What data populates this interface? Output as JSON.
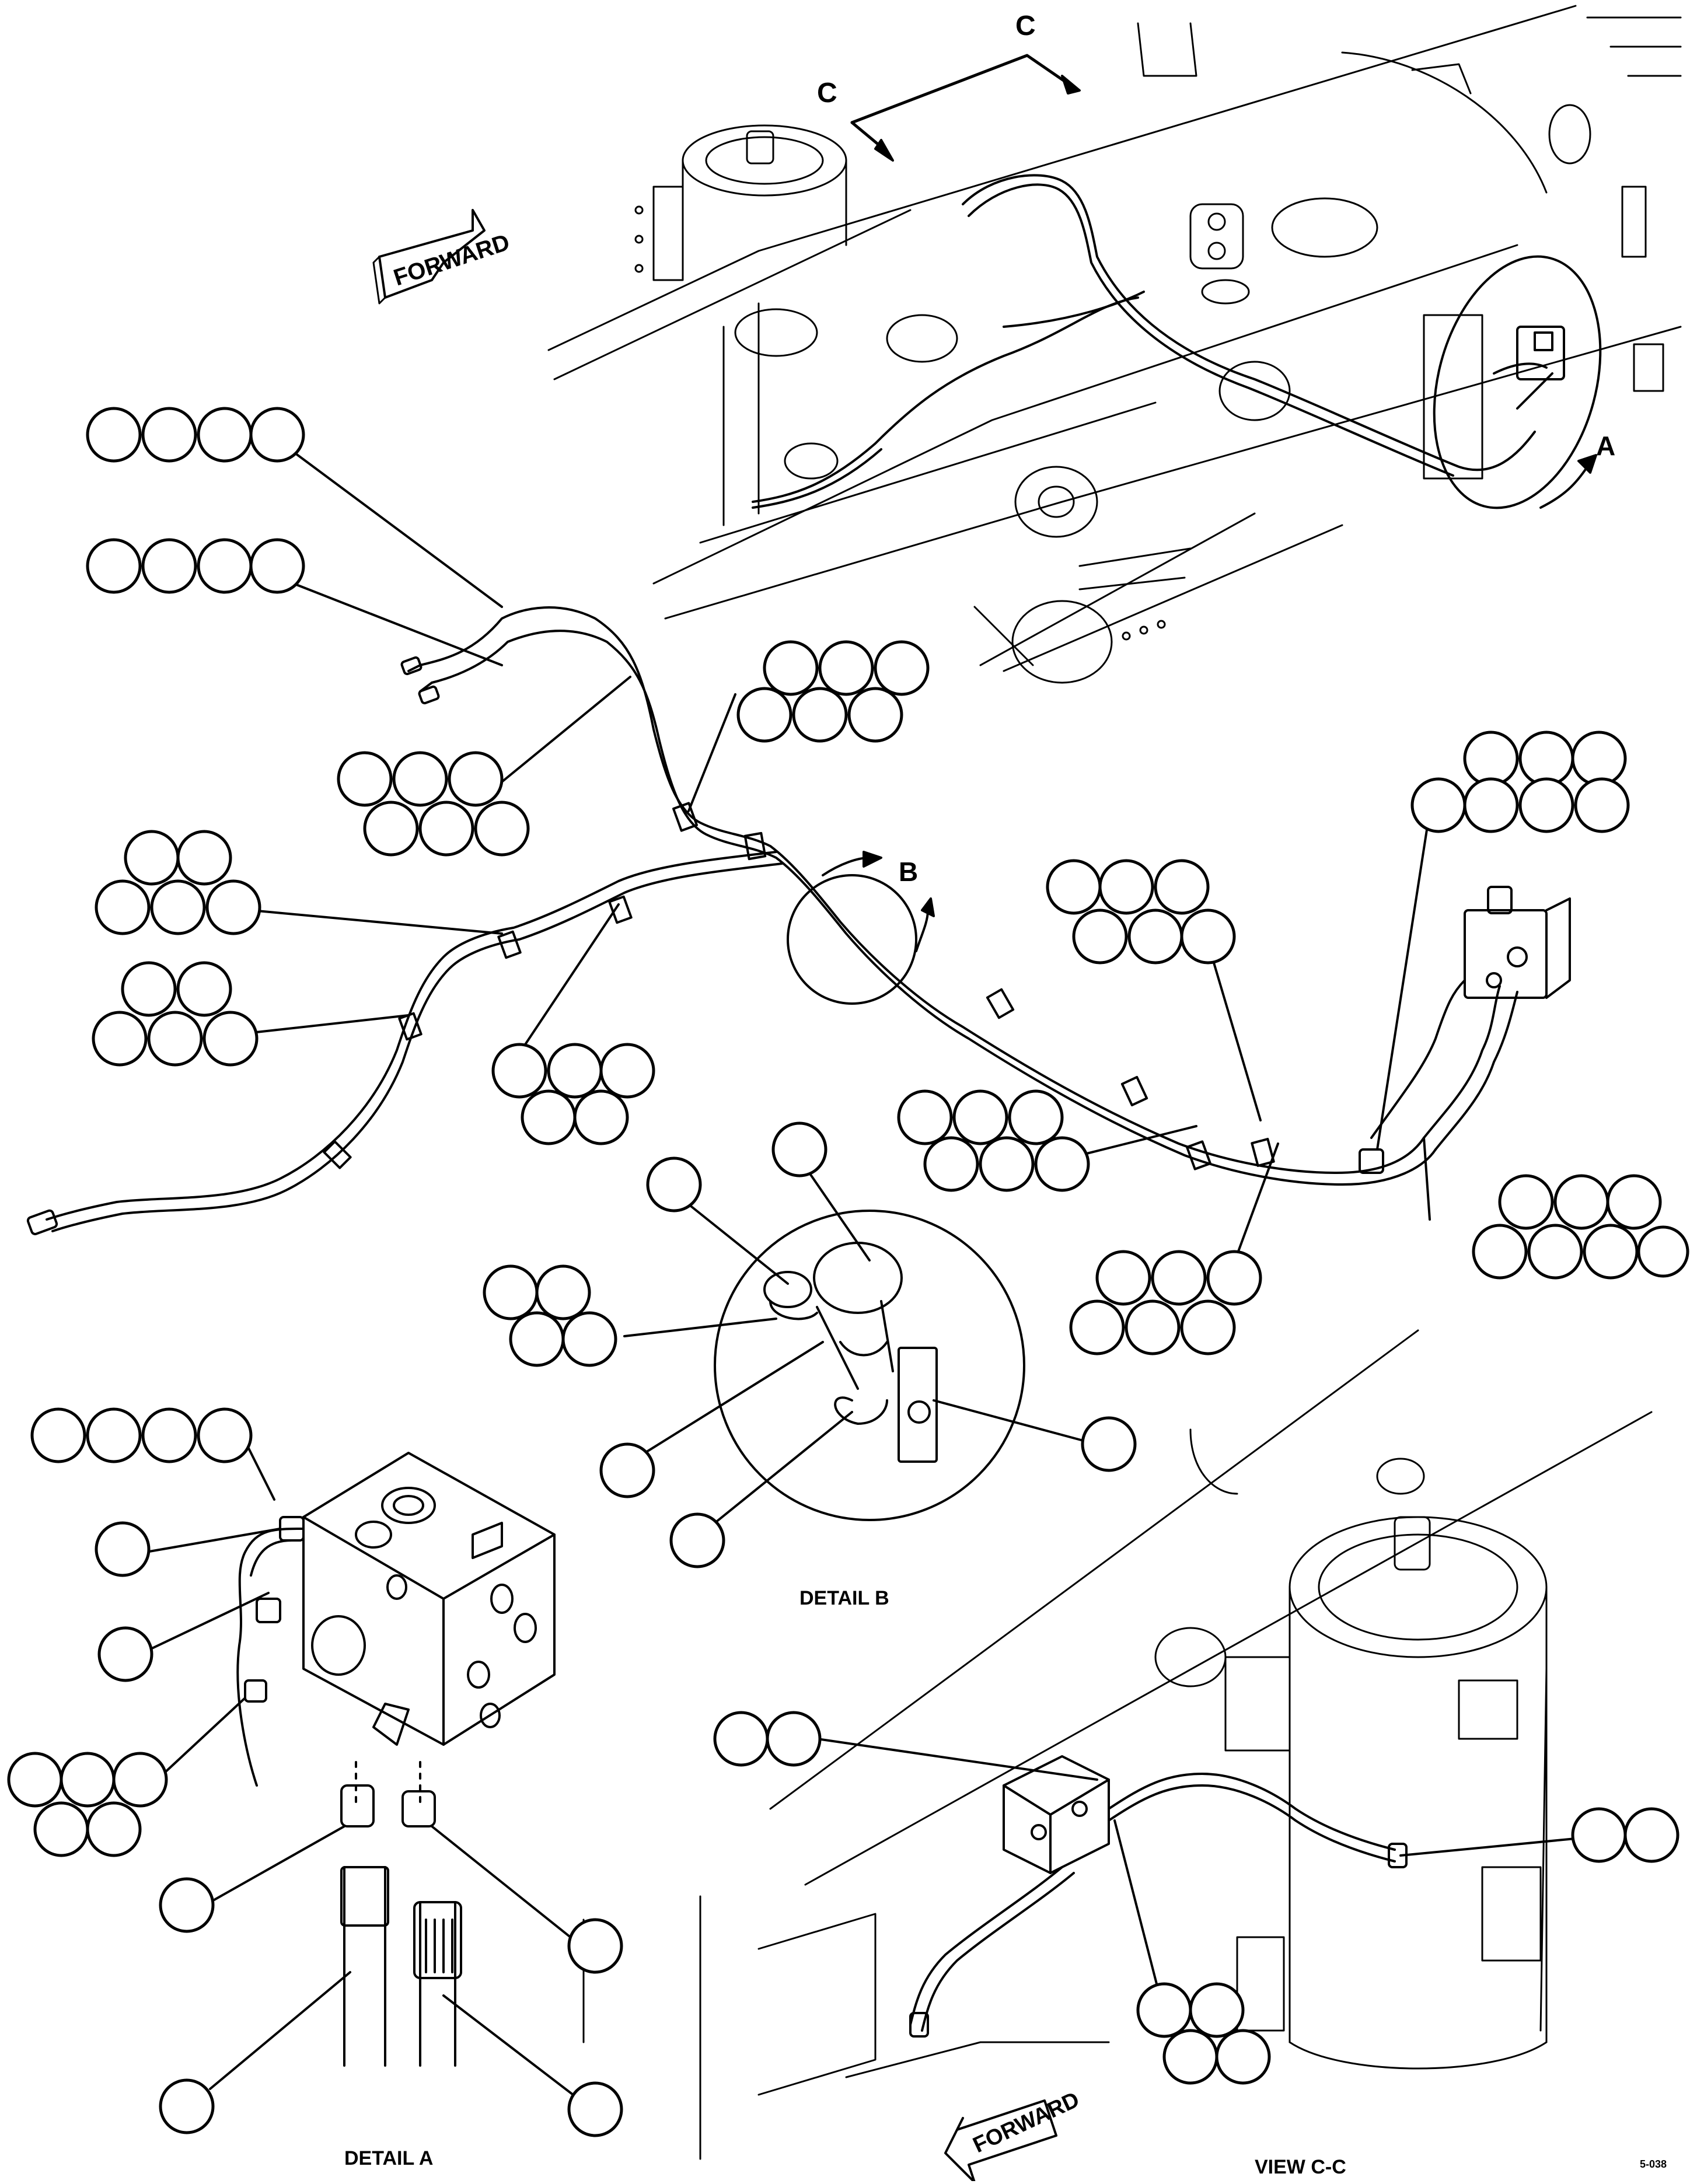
{
  "labels": {
    "forward_top": "FORWARD",
    "forward_bottom": "FORWARD",
    "section_c_left": "C",
    "section_c_right": "C",
    "view_a_arrow": "A",
    "view_b_arrow": "B",
    "detail_a": "DETAIL A",
    "detail_b": "DETAIL B",
    "view_cc": "VIEW C-C",
    "drawing_number": "5-038"
  },
  "callouts": {
    "balloon_stroke": "#000000",
    "fill": "#ffffff"
  },
  "colors": {
    "line": "#000000",
    "background": "#ffffff"
  }
}
